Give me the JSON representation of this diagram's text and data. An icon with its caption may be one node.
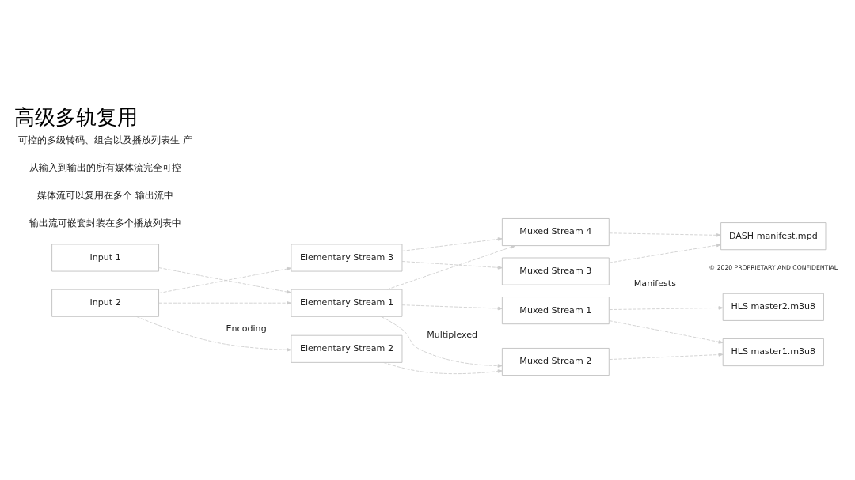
{
  "diagram": {
    "title": "高级多轨复用",
    "nodes": [
      {
        "text": [
          "Input 1"
        ]
      },
      {
        "text": [
          "Input 2"
        ]
      },
      {
        "text": [
          "Elementary Stream 1"
        ]
      },
      {
        "text": [
          "Elementary Stream 2"
        ]
      },
      {
        "text": [
          "Elementary Stream 3"
        ]
      },
      {
        "text": [
          "Muxed Stream 1"
        ]
      },
      {
        "text": [
          "Muxed Stream 2"
        ]
      },
      {
        "text": [
          "Muxed Stream 3"
        ]
      },
      {
        "text": [
          "Muxed Stream 4"
        ]
      },
      {
        "text": [
          "HLS master1.m3u8"
        ]
      },
      {
        "text": [
          "HLS master2.m3u8"
        ]
      },
      {
        "text": [
          "DASH manifest.mpd"
        ]
      }
    ],
    "edges": [
      {
        "from": 0,
        "to": 2,
        "arrow": "to",
        "style": "dashed"
      },
      {
        "from": 1,
        "to": 2,
        "arrow": "to",
        "style": "dashed"
      },
      {
        "from": 1,
        "to": 3,
        "arrow": "to",
        "style": "dashed"
      },
      {
        "from": 1,
        "to": 4,
        "arrow": "to",
        "style": "dashed"
      },
      {
        "from": 2,
        "to": 5,
        "arrow": "to",
        "style": "dashed"
      },
      {
        "from": 2,
        "to": 6,
        "arrow": "to",
        "style": "dashed"
      },
      {
        "from": 2,
        "to": 8,
        "arrow": "to",
        "style": "dashed"
      },
      {
        "from": 3,
        "to": 6,
        "arrow": "to",
        "style": "dashed"
      },
      {
        "from": 4,
        "to": 7,
        "arrow": "to",
        "style": "dashed"
      },
      {
        "from": 4,
        "to": 8,
        "arrow": "to",
        "style": "dashed"
      },
      {
        "from": 5,
        "to": 9,
        "arrow": "to",
        "style": "dashed"
      },
      {
        "from": 5,
        "to": 10,
        "arrow": "to",
        "style": "dashed"
      },
      {
        "from": 6,
        "to": 9,
        "arrow": "to",
        "style": "dashed"
      },
      {
        "from": 7,
        "to": 11,
        "arrow": "to",
        "style": "dashed"
      },
      {
        "from": 8,
        "to": 11,
        "arrow": "to",
        "style": "dashed"
      }
    ],
    "labels": [
      "可控的多级转码、组合以及播放列表生 产",
      "从输入到输出的所有媒体流完全可控",
      "媒体流可以复用在多个 输出流中",
      "输出流可嵌套封装在多个播放列表中",
      "Encoding",
      "Multiplexed",
      "Manifests",
      "© 2020 PROPRIETARY AND CONFIDENTIAL"
    ]
  }
}
